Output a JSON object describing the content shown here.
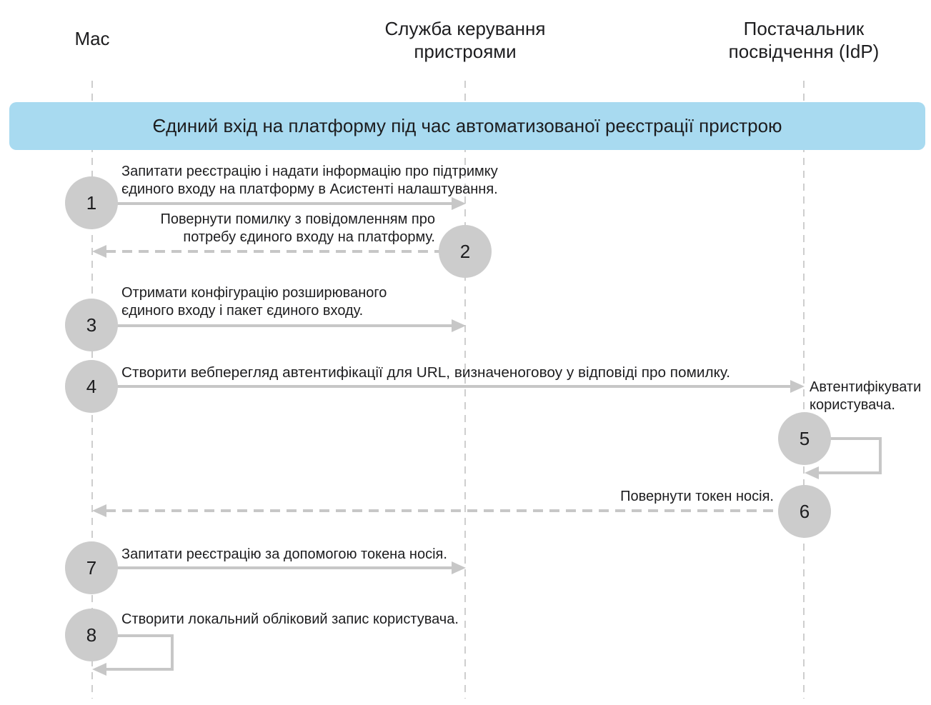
{
  "actors": {
    "mac": "Mac",
    "mdm_line1": "Служба керування",
    "mdm_line2": "пристроями",
    "idp_line1": "Постачальник",
    "idp_line2": "посвідчення (IdP)"
  },
  "banner": {
    "title": "Єдиний вхід на платформу під час автоматизованої реєстрації пристрою",
    "color": "#a8daf0"
  },
  "colors": {
    "arrow": "#c7c7c7",
    "circle": "#cccccc",
    "lifeline": "#bdbdbd"
  },
  "steps": [
    {
      "number": "1",
      "line1": "Запитати реєстрацію і надати інформацію про підтримку",
      "line2": "єдиного входу на платформу в Асистенті налаштування."
    },
    {
      "number": "2",
      "line1": "Повернути помилку з повідомленням про",
      "line2": "потребу єдиного входу на платформу."
    },
    {
      "number": "3",
      "line1": "Отримати конфігурацію розширюваного",
      "line2": "єдиного входу і пакет єдиного входу."
    },
    {
      "number": "4",
      "line1": "Створити вебперегляд автентифікації для URL, визначеноговоу у відповіді про помилку."
    },
    {
      "number": "5",
      "line1": "Автентифікувати",
      "line2": "користувача."
    },
    {
      "number": "6",
      "line1": "Повернути токен носія."
    },
    {
      "number": "7",
      "line1": "Запитати реєстрацію за допомогою токена носія."
    },
    {
      "number": "8",
      "line1": "Створити локальний обліковий запис користувача."
    }
  ]
}
